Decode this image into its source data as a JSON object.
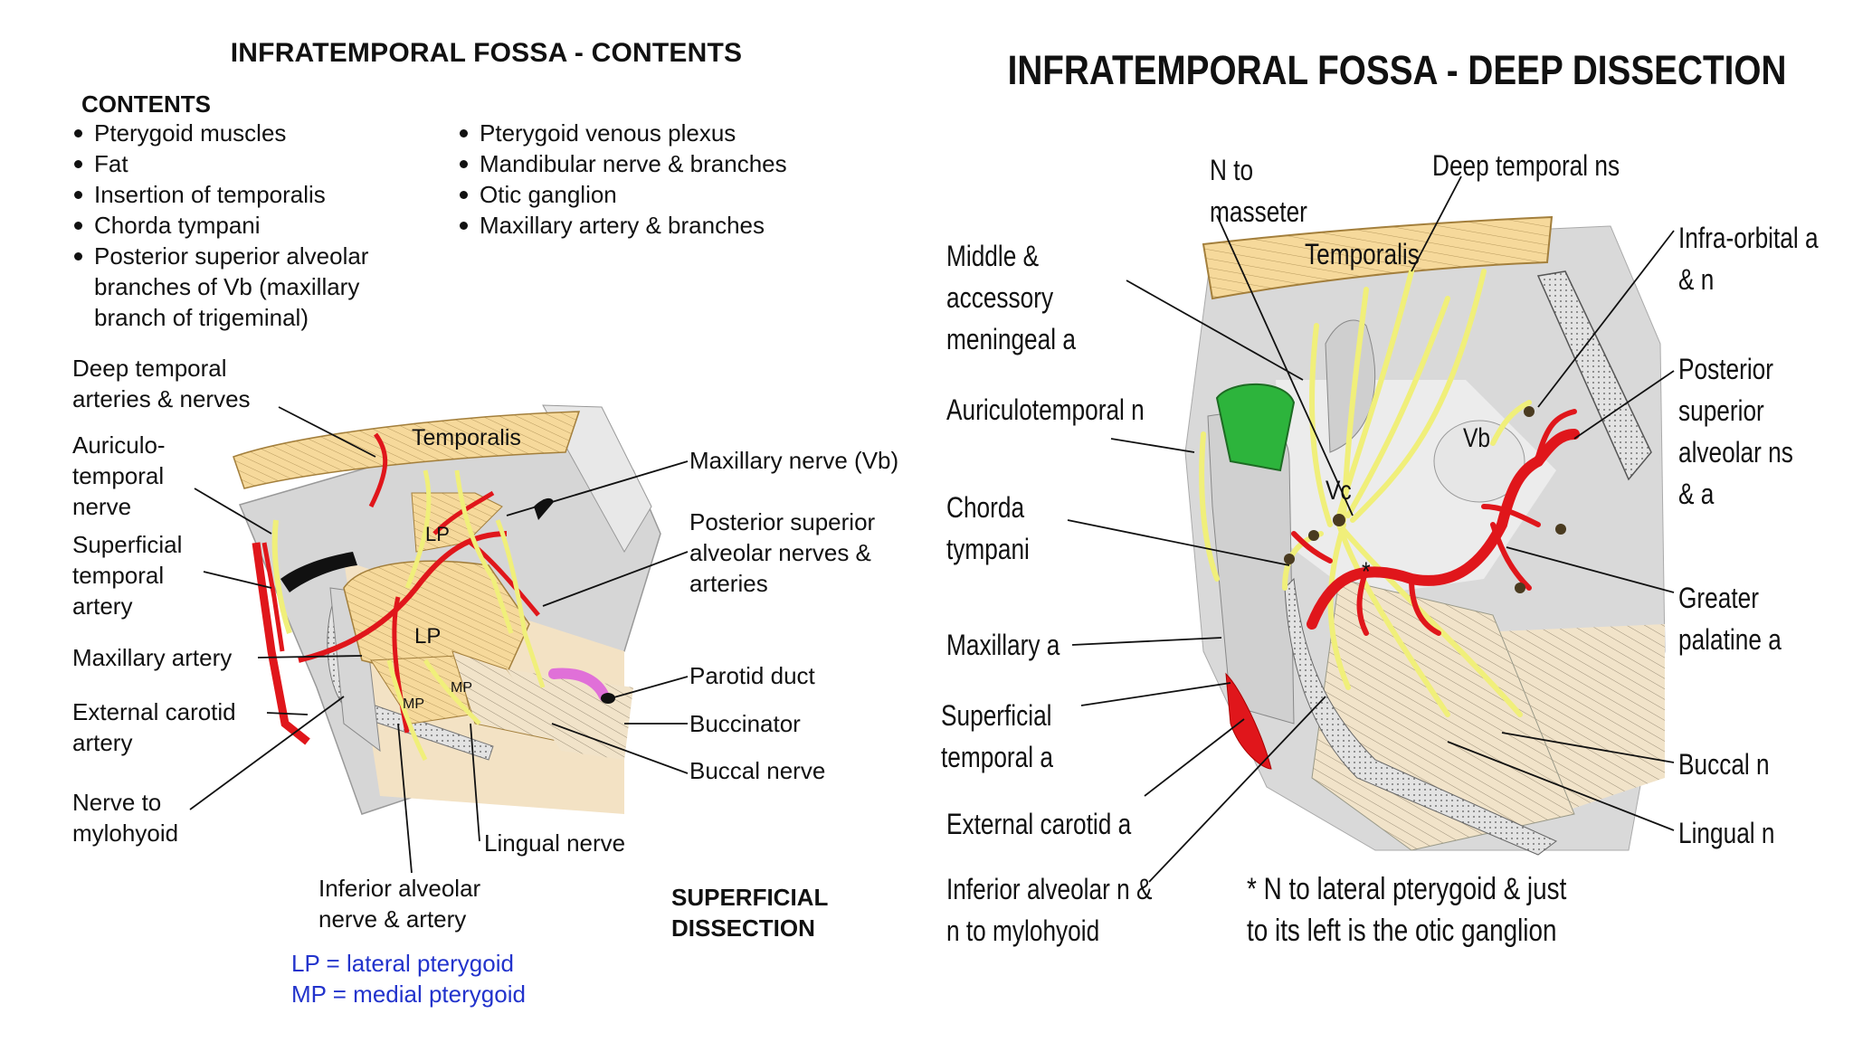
{
  "left_title": "INFRATEMPORAL FOSSA - CONTENTS",
  "right_title": "INFRATEMPORAL FOSSA - DEEP DISSECTION",
  "contents": {
    "heading": "CONTENTS",
    "col1": [
      "Pterygoid muscles",
      "Fat",
      "Insertion of temporalis",
      "Chorda tympani",
      "Posterior superior alveolar branches of Vb (maxillary branch of trigeminal)"
    ],
    "col2": [
      "Pterygoid venous plexus",
      "Mandibular nerve & branches",
      "Otic ganglion",
      "Maxillary artery & branches"
    ]
  },
  "superficial": {
    "labels": {
      "deep_temporal": "Deep temporal arteries & nerves",
      "auriculo": "Auriculo-temporal nerve",
      "sup_temporal": "Superficial temporal artery",
      "maxillary_artery": "Maxillary artery",
      "ext_carotid": "External carotid artery",
      "n_mylohyoid": "Nerve to mylohyoid",
      "inf_alveolar": "Inferior alveolar nerve & artery",
      "lingual": "Lingual nerve",
      "maxillary_nerve": "Maxillary nerve (Vb)",
      "psa": "Posterior superior alveolar nerves & arteries",
      "parotid": "Parotid duct",
      "buccinator": "Buccinator",
      "buccal": "Buccal nerve",
      "section": "SUPERFICIAL DISSECTION"
    },
    "muscle_labels": {
      "temporalis": "Temporalis",
      "lp_top": "LP",
      "lp": "LP",
      "mp1": "MP",
      "mp2": "MP"
    },
    "legend": [
      "LP  = lateral pterygoid",
      "MP = medial pterygoid"
    ]
  },
  "deep": {
    "labels": {
      "n_masseter": "N to masseter",
      "deep_temporal_ns": "Deep temporal ns",
      "mid_meningeal": "Middle & accessory meningeal a",
      "auriculotemporal": "Auriculotemporal n",
      "chorda": "Chorda tympani",
      "maxillary_a": "Maxillary a",
      "sup_temporal_a": "Superficial temporal a",
      "ext_carotid_a": "External carotid a",
      "inf_alveolar_n": "Inferior alveolar n & n to mylohyoid",
      "infra_orbital": "Infra-orbital a & n",
      "psa_ns": "Posterior superior alveolar ns & a",
      "greater_palatine": "Greater palatine a",
      "buccal_n": "Buccal n",
      "lingual_n": "Lingual n",
      "footnote": "* N to lateral pterygoid & just to its left is the otic ganglion"
    },
    "muscle_labels": {
      "temporalis": "Temporalis",
      "vb": "Vb",
      "vc": "Vc",
      "star": "*"
    }
  },
  "colors": {
    "artery": "#e0161b",
    "nerve": "#f0ef7a",
    "nerve_edge": "#9c9a2c",
    "muscle": "#f6d99b",
    "bone": "#d8d8d8",
    "fat": "#f3e2c4",
    "duct": "#e070d8",
    "masseter": "#2db43c",
    "legend": "#2233cc"
  }
}
